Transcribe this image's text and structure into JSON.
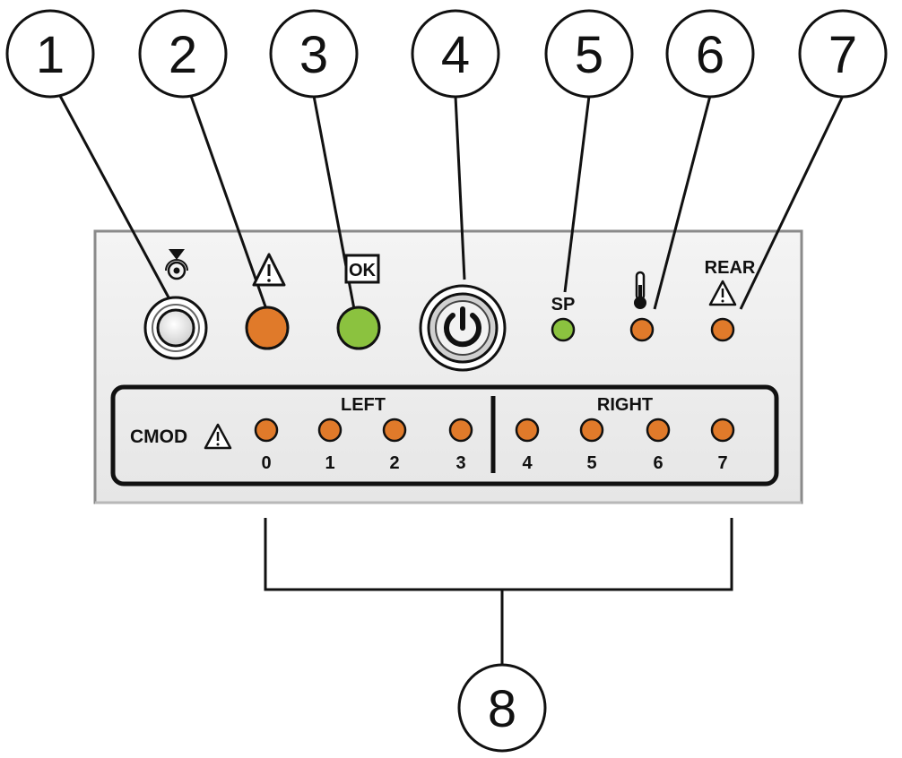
{
  "callouts": [
    "1",
    "2",
    "3",
    "4",
    "5",
    "6",
    "7",
    "8"
  ],
  "panel": {
    "ok_label": "OK",
    "sp_label": "SP",
    "rear_label": "REAR",
    "cmod_label": "CMOD",
    "left_group_label": "LEFT",
    "right_group_label": "RIGHT",
    "cmod_numbers": [
      "0",
      "1",
      "2",
      "3",
      "4",
      "5",
      "6",
      "7"
    ]
  },
  "colors": {
    "panel_face": "#efefef",
    "led_amber": "#e07a2a",
    "led_green": "#8bc23f",
    "outline": "#111111"
  },
  "icons": [
    "locator-icon",
    "warning-triangle-icon",
    "power-icon",
    "thermometer-icon"
  ]
}
